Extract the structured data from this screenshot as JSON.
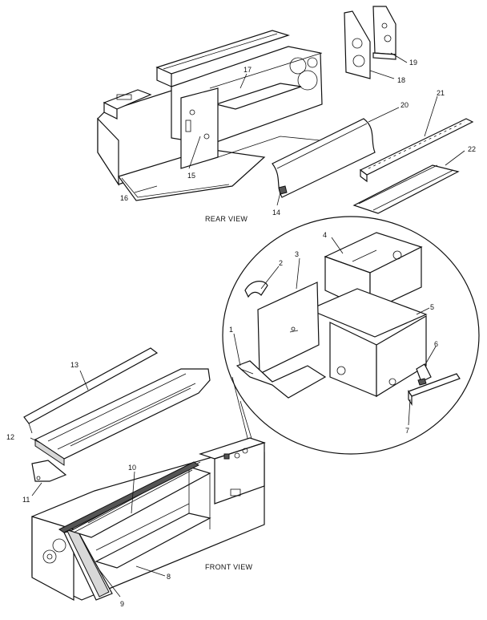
{
  "views": {
    "rear": "REAR VIEW",
    "front": "FRONT VIEW"
  },
  "parts": {
    "p1": "1",
    "p2": "2",
    "p3": "3",
    "p4": "4",
    "p5": "5",
    "p6": "6",
    "p7": "7",
    "p8": "8",
    "p9": "9",
    "p10": "10",
    "p11": "11",
    "p12": "12",
    "p13": "13",
    "p14": "14",
    "p15": "15",
    "p16": "16",
    "p17": "17",
    "p18": "18",
    "p19": "19",
    "p20": "20",
    "p21": "21",
    "p22": "22"
  }
}
